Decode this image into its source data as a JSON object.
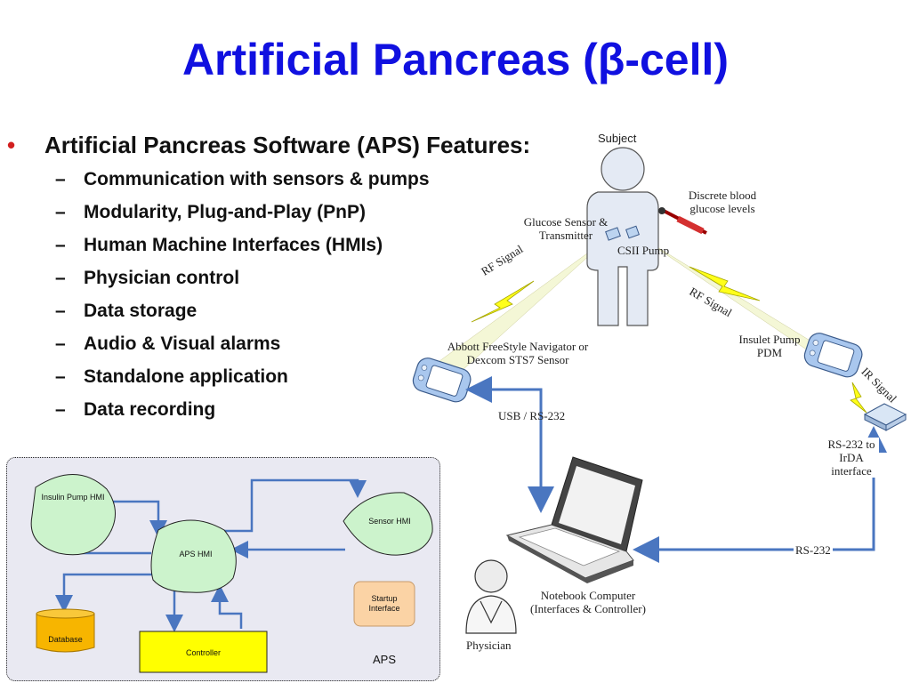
{
  "title": "Artificial Pancreas (β-cell)",
  "bullets": {
    "main": "Artificial Pancreas Software (APS) Features:",
    "sub": [
      "Communication with sensors & pumps",
      "Modularity, Plug-and-Play (PnP)",
      "Human Machine Interfaces (HMIs)",
      "Physician control",
      "Data storage",
      "Audio & Visual alarms",
      "Standalone application",
      "Data recording"
    ]
  },
  "aps_diagram": {
    "insulin_pump_hmi": "Insulin Pump HMI",
    "aps_hmi": "APS  HMI",
    "sensor_hmi": "Sensor  HMI",
    "database": "Database",
    "controller": "Controller",
    "startup_interface": "Startup Interface",
    "aps_label": "APS",
    "colors": {
      "hmi_fill": "#ccf3cc",
      "database_fill": "#f7b500",
      "controller_fill": "#ffff00",
      "startup_fill": "#fbd3a5",
      "arrow": "#4a76c0"
    }
  },
  "system_diagram": {
    "subject": "Subject",
    "discrete_blood": "Discrete blood glucose levels",
    "glucose_sensor": "Glucose Sensor & Transmitter",
    "csii_pump": "CSII Pump",
    "rf_signal_left": "RF Signal",
    "rf_signal_right": "RF Signal",
    "abbott": "Abbott FreeStyle Navigator  or Dexcom STS7 Sensor",
    "insulet": "Insulet Pump PDM",
    "ir_signal": "IR Signal",
    "usb_rs232": "USB / RS-232",
    "rs232_irda": "RS-232 to IrDA interface",
    "rs232": "RS-232",
    "notebook": "Notebook Computer (Interfaces & Controller)",
    "physician": "Physician"
  }
}
